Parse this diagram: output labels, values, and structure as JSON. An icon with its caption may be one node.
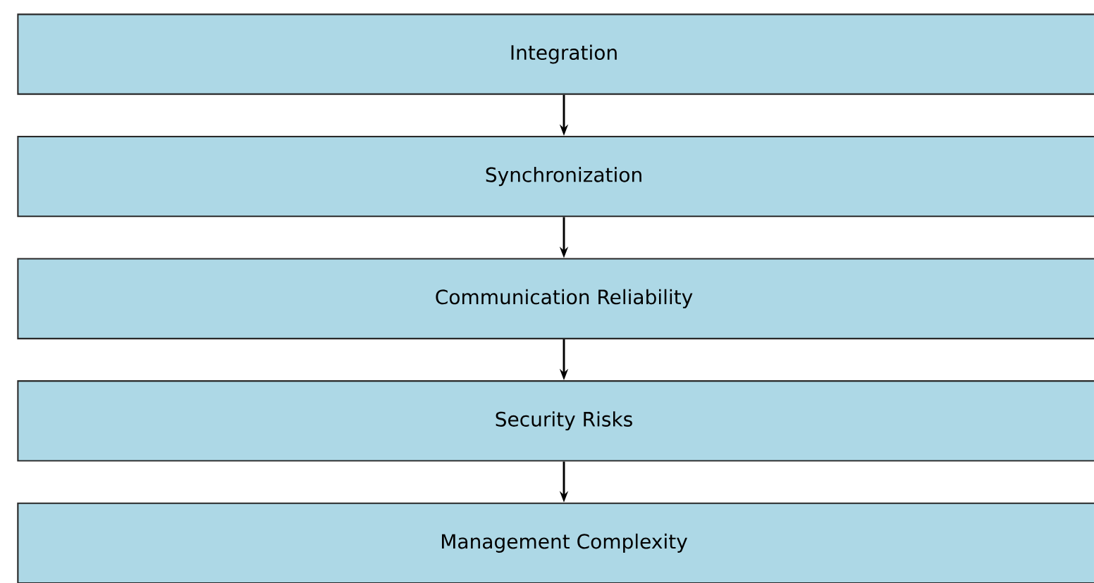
{
  "diagram": {
    "nodes": [
      {
        "text": [
          "Integration"
        ]
      },
      {
        "text": [
          "Synchronization"
        ]
      },
      {
        "text": [
          "Communication Reliability"
        ]
      },
      {
        "text": [
          "Security Risks"
        ]
      },
      {
        "text": [
          "Management Complexity"
        ]
      }
    ],
    "edges": [
      {
        "from": 0,
        "to": 1,
        "arrow": "to"
      },
      {
        "from": 1,
        "to": 2,
        "arrow": "to"
      },
      {
        "from": 2,
        "to": 3,
        "arrow": "to"
      },
      {
        "from": 3,
        "to": 4,
        "arrow": "to"
      }
    ]
  }
}
